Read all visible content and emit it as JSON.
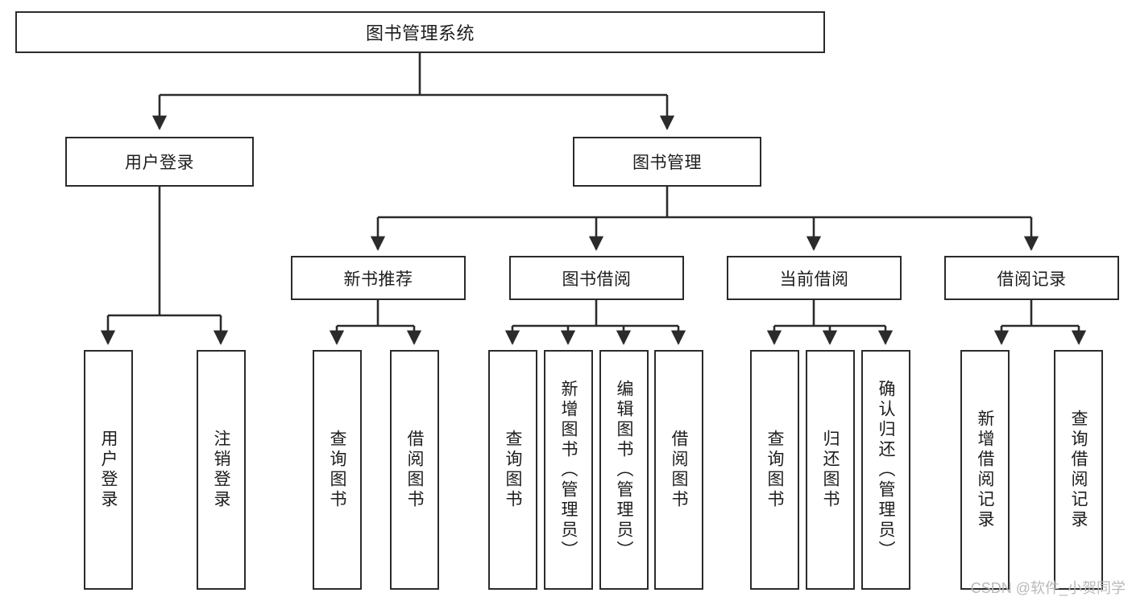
{
  "diagram": {
    "type": "tree-hierarchy",
    "title": "图书管理系统",
    "orientation": "top-down",
    "colors": {
      "node_border": "#2b2b2b",
      "node_fill": "#ffffff",
      "connector": "#2b2b2b",
      "text": "#1d1d1d",
      "watermark": "#b9b9b9",
      "background": "#ffffff"
    }
  },
  "nodes": {
    "root": {
      "label": "图书管理系统"
    },
    "level2": [
      {
        "id": "user-login",
        "label": "用户登录"
      },
      {
        "id": "book-manage",
        "label": "图书管理"
      }
    ],
    "level3": [
      {
        "id": "new-book-recommend",
        "label": "新书推荐"
      },
      {
        "id": "book-borrow",
        "label": "图书借阅"
      },
      {
        "id": "current-borrow",
        "label": "当前借阅"
      },
      {
        "id": "borrow-record",
        "label": "借阅记录"
      }
    ],
    "leaves": {
      "user_login": [
        {
          "id": "leaf-user-login",
          "label": "用户登录"
        },
        {
          "id": "leaf-logout-login",
          "label": "注销登录"
        }
      ],
      "new_book_recommend": [
        {
          "id": "leaf-query-book-1",
          "label": "查询图书"
        },
        {
          "id": "leaf-borrow-book-1",
          "label": "借阅图书"
        }
      ],
      "book_borrow": [
        {
          "id": "leaf-query-book-2",
          "label": "查询图书"
        },
        {
          "id": "leaf-add-book",
          "label": "新增图书（管理员）"
        },
        {
          "id": "leaf-edit-book",
          "label": "编辑图书（管理员）"
        },
        {
          "id": "leaf-borrow-book-2",
          "label": "借阅图书"
        }
      ],
      "current_borrow": [
        {
          "id": "leaf-query-book-3",
          "label": "查询图书"
        },
        {
          "id": "leaf-return-book",
          "label": "归还图书"
        },
        {
          "id": "leaf-confirm-return",
          "label": "确认归还（管理员）"
        }
      ],
      "borrow_record": [
        {
          "id": "leaf-add-record",
          "label": "新增借阅记录"
        },
        {
          "id": "leaf-query-record",
          "label": "查询借阅记录"
        }
      ]
    }
  },
  "watermark": {
    "text": "CSDN @软件_小贺同学"
  }
}
